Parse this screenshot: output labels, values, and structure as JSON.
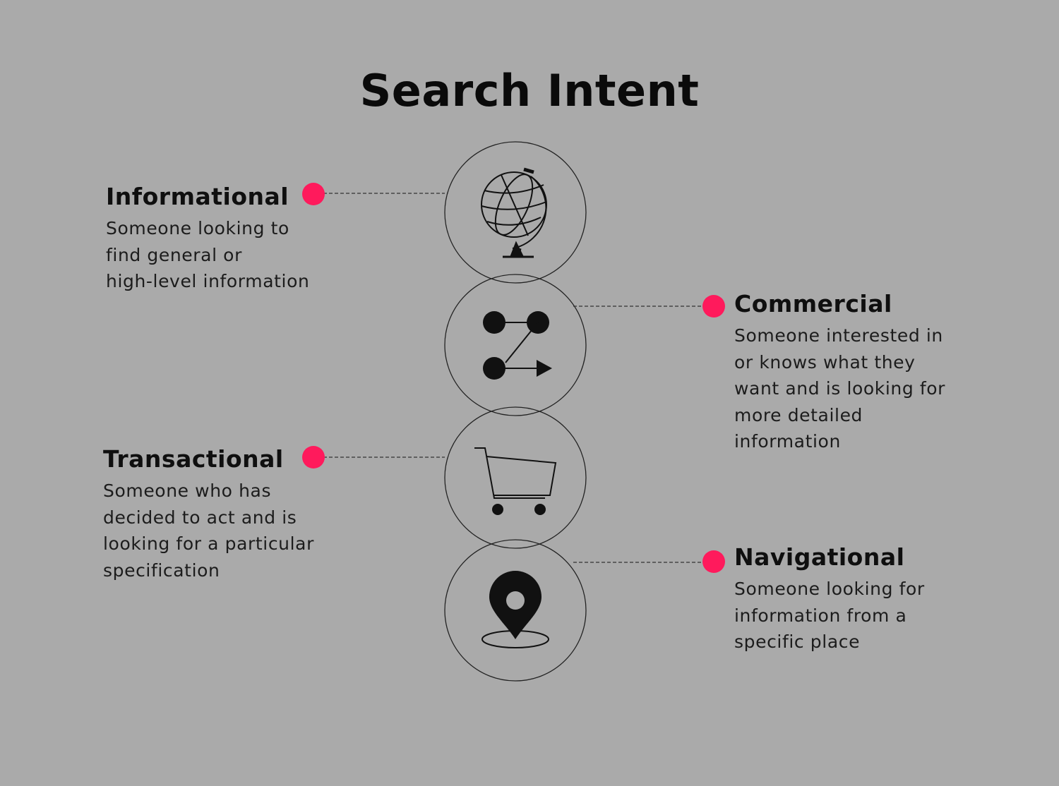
{
  "title": "Search Intent",
  "accent_color": "#ff1a5c",
  "intents": [
    {
      "heading": "Informational",
      "icon": "globe-icon",
      "description": [
        "Someone looking to",
        "find general or",
        "high-level information"
      ]
    },
    {
      "heading": "Commercial",
      "icon": "path-arrow-icon",
      "description": [
        "Someone interested in",
        "or knows what they",
        "want and is looking for",
        "more detailed",
        "information"
      ]
    },
    {
      "heading": "Transactional",
      "icon": "shopping-cart-icon",
      "description": [
        "Someone who has",
        "decided to act and is",
        "looking for a particular",
        "specification"
      ]
    },
    {
      "heading": "Navigational",
      "icon": "location-pin-icon",
      "description": [
        "Someone looking for",
        "information from a",
        "specific place"
      ]
    }
  ]
}
